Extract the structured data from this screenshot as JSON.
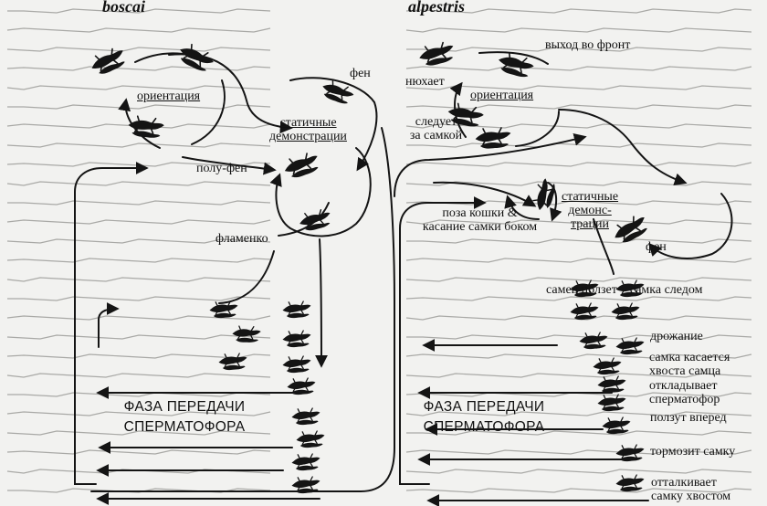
{
  "colors": {
    "background": "#f2f2f0",
    "ink": "#141414",
    "bleed": "#a9a9a6"
  },
  "icons": [
    "salamander-pair-icon"
  ],
  "boscai": {
    "title": "boscai",
    "orientation": "ориентация",
    "fan": "фен",
    "static_1": "статичные",
    "static_2": "демонстрации",
    "half_fan": "полу-фен",
    "flamenco": "фламенко",
    "phase_1": "ФАЗА ПЕРЕДАЧИ",
    "phase_2": "СПЕРМАТОФОРА"
  },
  "alpestris": {
    "title": "alpestris",
    "front_exit": "выход во фронт",
    "sniffs": "нюхает",
    "orientation": "ориентация",
    "follows_1": "следует",
    "follows_2": "за самкой",
    "cat_pose_1": "поза кошки &",
    "cat_pose_2": "касание самки боком",
    "static_1": "статичные",
    "static_2": "демонс-",
    "static_3": "трации",
    "fan": "фен",
    "crawl": "самец ползет – самка следом",
    "tremble": "дрожание",
    "touch_1": "самка касается",
    "touch_2": "хвоста самца",
    "deposit_1": "откладывает",
    "deposit_2": "сперматофор",
    "crawl_forward": "ползут вперед",
    "brakes": "тормозит самку",
    "push_1": "отталкивает",
    "push_2": "самку хвостом",
    "phase_1": "ФАЗА ПЕРЕДАЧИ",
    "phase_2": "СПЕРМАТОФОРА"
  }
}
